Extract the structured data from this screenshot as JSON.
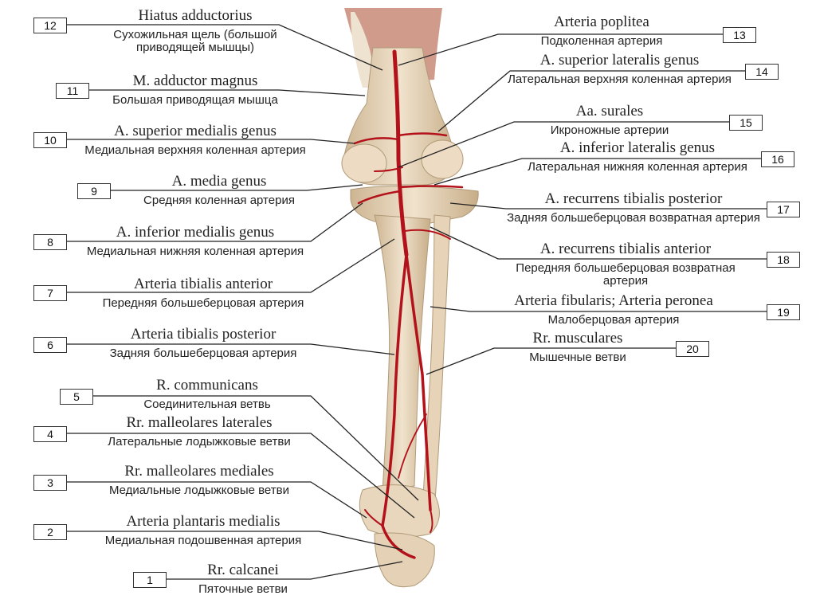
{
  "labels": [
    {
      "number": "12",
      "latin": "Hiatus adductorius",
      "russian": "Сухожильная щель (большой приводящей мышцы)"
    },
    {
      "number": "11",
      "latin": "M. adductor magnus",
      "russian": "Большая приводящая мышца"
    },
    {
      "number": "10",
      "latin": "A. superior medialis genus",
      "russian": "Медиальная верхняя коленная артерия"
    },
    {
      "number": "9",
      "latin": "A. media genus",
      "russian": "Средняя коленная артерия"
    },
    {
      "number": "8",
      "latin": "A. inferior medialis genus",
      "russian": "Медиальная нижняя коленная артерия"
    },
    {
      "number": "7",
      "latin": "Arteria tibialis anterior",
      "russian": "Передняя большеберцовая артерия"
    },
    {
      "number": "6",
      "latin": "Arteria tibialis posterior",
      "russian": "Задняя большеберцовая артерия"
    },
    {
      "number": "5",
      "latin": "R. communicans",
      "russian": "Соединительная ветвь"
    },
    {
      "number": "4",
      "latin": "Rr. malleolares laterales",
      "russian": "Латеральные лодыжковые ветви"
    },
    {
      "number": "3",
      "latin": "Rr. malleolares mediales",
      "russian": "Медиальные лодыжковые ветви"
    },
    {
      "number": "2",
      "latin": "Arteria plantaris medialis",
      "russian": "Медиальная подошвенная артерия"
    },
    {
      "number": "1",
      "latin": "Rr. calcanei",
      "russian": "Пяточные ветви"
    },
    {
      "number": "13",
      "latin": "Arteria poplitea",
      "russian": "Подколенная артерия"
    },
    {
      "number": "14",
      "latin": "A. superior lateralis genus",
      "russian": "Латеральная верхняя коленная артерия"
    },
    {
      "number": "15",
      "latin": "Aa. surales",
      "russian": "Икроножные артерии"
    },
    {
      "number": "16",
      "latin": "A. inferior lateralis genus",
      "russian": "Латеральная нижняя коленная артерия"
    },
    {
      "number": "17",
      "latin": "A. recurrens tibialis posterior",
      "russian": "Задняя большеберцовая возвратная артерия"
    },
    {
      "number": "18",
      "latin": "A. recurrens tibialis anterior",
      "russian": "Передняя большеберцовая возвратная артерия"
    },
    {
      "number": "19",
      "latin": "Arteria fibularis; Arteria peronea",
      "russian": "Малоберцовая артерия"
    },
    {
      "number": "20",
      "latin": "Rr. musculares",
      "russian": "Мышечные ветви"
    }
  ],
  "colors": {
    "artery": "#b3121b",
    "bone": "#ead8c0",
    "bone_shadow": "#c9b18f",
    "muscle": "#b86a5a",
    "line": "#222222"
  }
}
